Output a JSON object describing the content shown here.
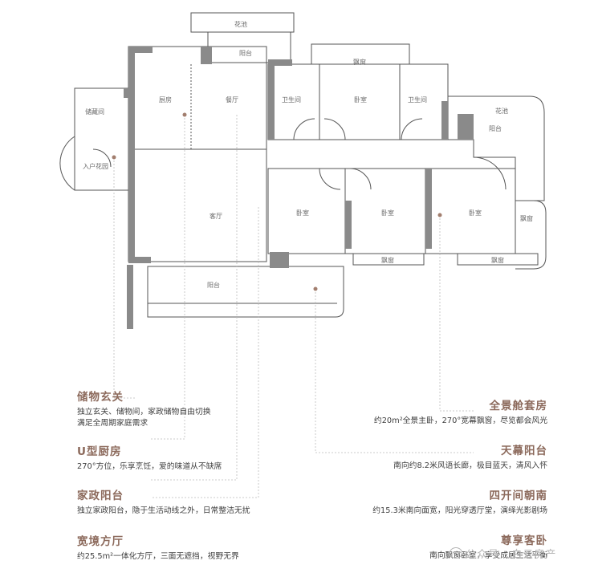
{
  "rooms": {
    "huachi_top": "花池",
    "yangtai_top": "阳台",
    "piaochuang_top": "飘窗",
    "chufang": "厨房",
    "canting": "餐厅",
    "weishengjian_1": "卫生间",
    "woshi_top": "卧室",
    "weishengjian_2": "卫生间",
    "huachi_right": "花池",
    "yangtai_right": "阳台",
    "chucangjian": "储藏间",
    "ruhu_huayuan": "入户花园",
    "keting": "客厅",
    "woshi_1": "卧室",
    "woshi_2": "卧室",
    "woshi_3": "卧室",
    "piaochuang_right": "飘窗",
    "piaochuang_b1": "飘窗",
    "piaochuang_b2": "飘窗",
    "yangtai_bottom": "阳台"
  },
  "features_left": [
    {
      "title": "储物玄关",
      "desc": "独立玄关、储物间，家政储物自由切换\n满足全周期家庭需求"
    },
    {
      "title": "U型厨房",
      "desc": "270°方位，乐享烹饪，爱的味道从不缺席"
    },
    {
      "title": "家政阳台",
      "desc": "独立家政阳台，隐于生活动线之外，日常整洁无扰"
    },
    {
      "title": "宽境方厅",
      "desc": "约25.5m²一体化方厅，三面无遮挡，视野无界"
    }
  ],
  "features_right": [
    {
      "title": "全景舱套房",
      "desc": "约20m²全景主卧，270°宽幕飘窗，尽览都会风光"
    },
    {
      "title": "天幕阳台",
      "desc": "南向约8.2米风语长廊，极目蓝天，清风入怀"
    },
    {
      "title": "四开间朝南",
      "desc": "约15.3米南向面宽，阳光穿透厅堂，演绎光影剧场"
    },
    {
      "title": "尊享客卧",
      "desc": "南向飘窗卧室，享受成居生活平衡"
    }
  ],
  "watermark": "公众号 · 白云房产",
  "colors": {
    "wall_dark": "#8a8a8a",
    "wall_line": "#555555",
    "accent": "#8c6a5c",
    "leader": "#bbbbbb",
    "dot": "#a27e6e"
  }
}
